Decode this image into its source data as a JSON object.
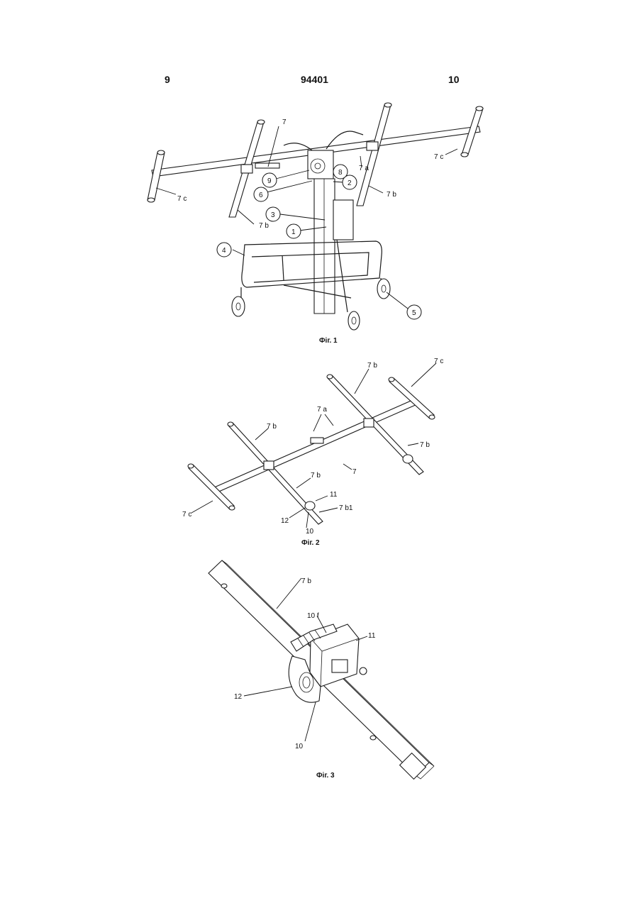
{
  "header": {
    "page_left": "9",
    "patent_number": "94401",
    "page_right": "10"
  },
  "figures": [
    {
      "caption": "Фіг. 1",
      "labels": [
        "7",
        "7 a",
        "7 b",
        "7 b",
        "7 c",
        "7 c",
        "1",
        "2",
        "3",
        "4",
        "5",
        "6",
        "8",
        "9"
      ]
    },
    {
      "caption": "Фіг. 2",
      "labels": [
        "7 b",
        "7 c",
        "7 b",
        "7 a",
        "7 b",
        "7 b",
        "7",
        "7 c",
        "11",
        "12",
        "7 b1",
        "10"
      ]
    },
    {
      "caption": "Фіг. 3",
      "labels": [
        "7 b",
        "10 f",
        "11",
        "12",
        "10"
      ]
    }
  ]
}
